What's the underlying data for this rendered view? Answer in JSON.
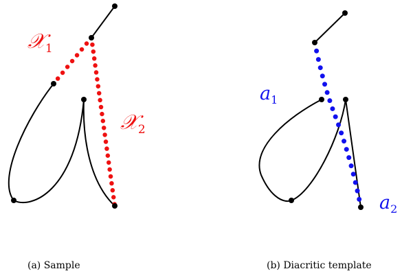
{
  "panels": {
    "sample": {
      "caption": "(a) Sample",
      "label_1": {
        "symbol": "𝒳",
        "subscript": "1"
      },
      "label_2": {
        "symbol": "𝒳",
        "subscript": "2"
      }
    },
    "template": {
      "caption": "(b) Diacritic template",
      "label_1": {
        "symbol": "a",
        "subscript": "1"
      },
      "label_2": {
        "symbol": "a",
        "subscript": "2"
      }
    }
  },
  "colors": {
    "stroke": "#000000",
    "sample_highlight": "#ee1111",
    "template_highlight": "#1111ee"
  }
}
